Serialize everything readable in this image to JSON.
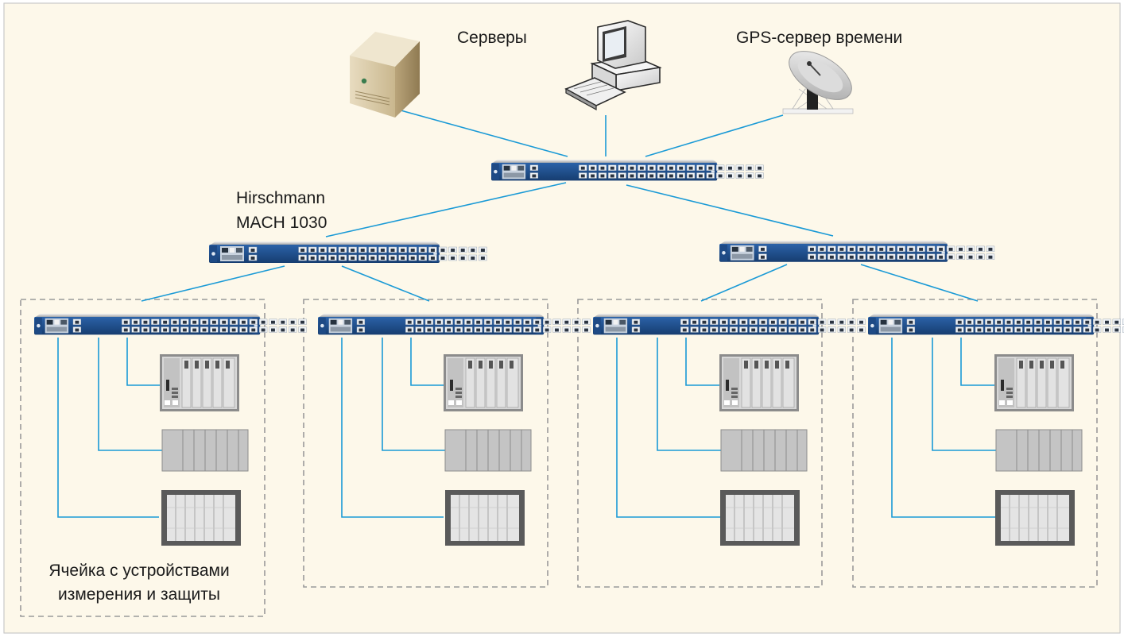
{
  "labels": {
    "servers": "Серверы",
    "gps": "GPS-сервер времени",
    "switch_name_1": "Hirschmann",
    "switch_name_2": "MACH 1030",
    "cell_1": "Ячейка с устройствами",
    "cell_2": "измерения и защиты"
  },
  "colors": {
    "background": "#fdf8ea",
    "link": "#1a9ad6",
    "switch_body": "#1d4f8e",
    "cell_border": "#9a9a9a"
  },
  "icons": {
    "server": "server-tower-icon",
    "workstation": "computer-workstation-icon",
    "gps": "satellite-dish-icon",
    "switch": "network-switch-icon",
    "device_a": "protection-relay-rack-icon",
    "device_b": "measurement-module-icon",
    "device_c": "io-panel-icon"
  },
  "topology": {
    "core_switch": "core",
    "distribution_switches": [
      "dist-left",
      "dist-right"
    ],
    "cells": [
      "cell-1",
      "cell-2",
      "cell-3",
      "cell-4"
    ],
    "devices_per_cell": 3
  }
}
